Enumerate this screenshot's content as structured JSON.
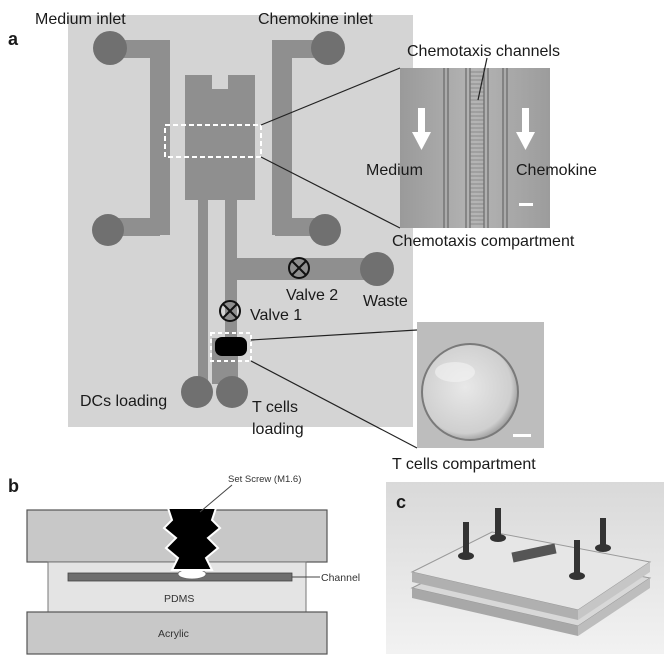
{
  "panels": {
    "a": "a",
    "b": "b",
    "c": "c"
  },
  "panel_a": {
    "medium_inlet": "Medium inlet",
    "chemokine_inlet": "Chemokine inlet",
    "chemotaxis_channels": "Chemotaxis channels",
    "medium": "Medium",
    "chemokine": "Chemokine",
    "chemotaxis_compartment": "Chemotaxis  compartment",
    "valve_2": "Valve 2",
    "valve_1": "Valve 1",
    "waste": "Waste",
    "dcs_loading": "DCs loading",
    "t_cells_loading_1": "T cells",
    "t_cells_loading_2": "loading",
    "t_cells_compartment": "T cells compartment"
  },
  "panel_b": {
    "set_screw": "Set Screw (M1.6)",
    "channel": "Channel",
    "pdms": "PDMS",
    "acrylic": "Acrylic"
  },
  "colors": {
    "chip_background": "#d4d4d4",
    "channel": "#8f8f8f",
    "port": "#707070",
    "acrylic": "#c8c8c8",
    "pdms": "#e4e4e4"
  }
}
